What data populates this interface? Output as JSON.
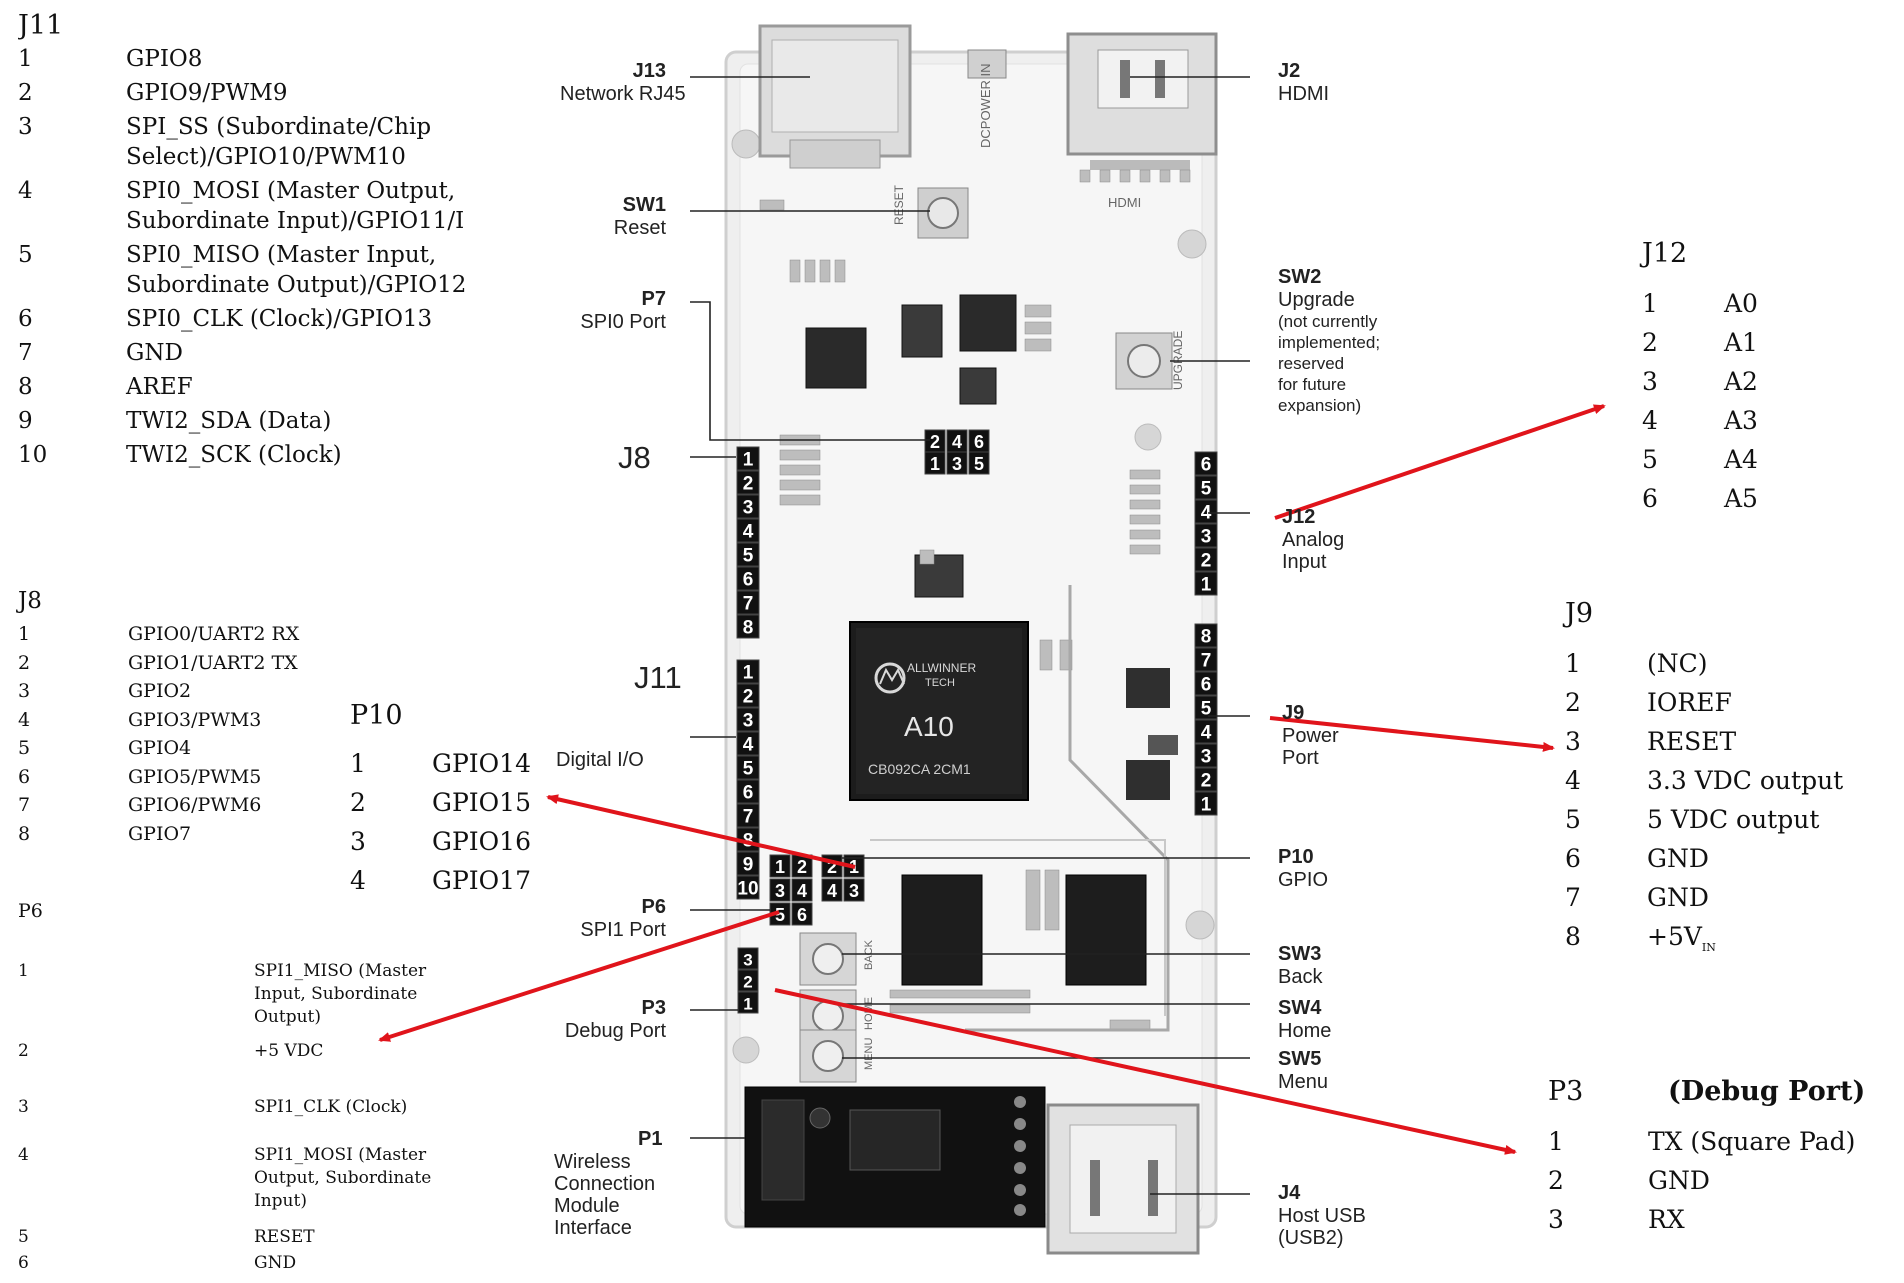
{
  "tables": {
    "j11": {
      "title": "J11",
      "rows": [
        {
          "n": "1",
          "lines": [
            "GPIO8"
          ]
        },
        {
          "n": "2",
          "lines": [
            "GPIO9/PWM9"
          ]
        },
        {
          "n": "3",
          "lines": [
            "SPI_SS (Subordinate/Chip",
            "Select)/GPIO10/PWM10"
          ]
        },
        {
          "n": "4",
          "lines": [
            "SPI0_MOSI (Master Output,",
            "Subordinate Input)/GPIO11/I"
          ]
        },
        {
          "n": "5",
          "lines": [
            "SPI0_MISO (Master Input,",
            "Subordinate Output)/GPIO12"
          ]
        },
        {
          "n": "6",
          "lines": [
            "SPI0_CLK (Clock)/GPIO13"
          ]
        },
        {
          "n": "7",
          "lines": [
            "GND"
          ]
        },
        {
          "n": "8",
          "lines": [
            "AREF"
          ]
        },
        {
          "n": "9",
          "lines": [
            "TWI2_SDA (Data)"
          ]
        },
        {
          "n": "10",
          "lines": [
            "TWI2_SCK (Clock)"
          ]
        }
      ]
    },
    "j8": {
      "title": "J8",
      "rows": [
        {
          "n": "1",
          "sig": "GPIO0/UART2 RX"
        },
        {
          "n": "2",
          "sig": "GPIO1/UART2 TX"
        },
        {
          "n": "3",
          "sig": "GPIO2"
        },
        {
          "n": "4",
          "sig": "GPIO3/PWM3"
        },
        {
          "n": "5",
          "sig": "GPIO4"
        },
        {
          "n": "6",
          "sig": "GPIO5/PWM5"
        },
        {
          "n": "7",
          "sig": "GPIO6/PWM6"
        },
        {
          "n": "8",
          "sig": "GPIO7"
        }
      ]
    },
    "p10": {
      "title": "P10",
      "rows": [
        {
          "n": "1",
          "sig": "GPIO14"
        },
        {
          "n": "2",
          "sig": "GPIO15"
        },
        {
          "n": "3",
          "sig": "GPIO16"
        },
        {
          "n": "4",
          "sig": "GPIO17"
        }
      ]
    },
    "p6": {
      "title": "P6",
      "rows": [
        {
          "n": "1",
          "lines": [
            "SPI1_MISO (Master",
            "Input, Subordinate",
            "Output)"
          ]
        },
        {
          "n": "2",
          "lines": [
            "+5 VDC"
          ]
        },
        {
          "n": "3",
          "lines": [
            "SPI1_CLK (Clock)"
          ]
        },
        {
          "n": "4",
          "lines": [
            "SPI1_MOSI (Master",
            "Output, Subordinate",
            "Input)"
          ]
        },
        {
          "n": "5",
          "lines": [
            "RESET"
          ]
        },
        {
          "n": "6",
          "lines": [
            "GND"
          ]
        }
      ]
    },
    "j12": {
      "title": "J12",
      "rows": [
        {
          "n": "1",
          "sig": "A0"
        },
        {
          "n": "2",
          "sig": "A1"
        },
        {
          "n": "3",
          "sig": "A2"
        },
        {
          "n": "4",
          "sig": "A3"
        },
        {
          "n": "5",
          "sig": "A4"
        },
        {
          "n": "6",
          "sig": "A5"
        }
      ]
    },
    "j9": {
      "title": "J9",
      "rows": [
        {
          "n": "1",
          "sig": "(NC)"
        },
        {
          "n": "2",
          "sig": "IOREF"
        },
        {
          "n": "3",
          "sig": "RESET"
        },
        {
          "n": "4",
          "sig": "3.3 VDC output"
        },
        {
          "n": "5",
          "sig": "5 VDC output"
        },
        {
          "n": "6",
          "sig": "GND"
        },
        {
          "n": "7",
          "sig": "GND"
        },
        {
          "n": "8",
          "sig": "+5V",
          "sub": "IN"
        }
      ]
    },
    "p3": {
      "title": "P3",
      "subtitle": "(Debug Port)",
      "rows": [
        {
          "n": "1",
          "sig": "TX (Square Pad)"
        },
        {
          "n": "2",
          "sig": "GND"
        },
        {
          "n": "3",
          "sig": "RX"
        }
      ]
    }
  },
  "board_labels": {
    "j13": {
      "name": "J13",
      "desc": [
        "Network RJ45"
      ]
    },
    "sw1": {
      "name": "SW1",
      "desc": [
        "Reset"
      ]
    },
    "p7": {
      "name": "P7",
      "desc": [
        "SPI0 Port"
      ]
    },
    "j8": {
      "name": "J8"
    },
    "j11": {
      "name": "J11"
    },
    "digital_io": {
      "desc": [
        "Digital I/O"
      ]
    },
    "p6": {
      "name": "P6",
      "desc": [
        "SPI1 Port"
      ]
    },
    "p3": {
      "name": "P3",
      "desc": [
        "Debug Port"
      ]
    },
    "p1": {
      "name": "P1",
      "desc": [
        "Wireless",
        "Connection",
        "Module",
        "Interface"
      ]
    },
    "j2": {
      "name": "J2",
      "desc": [
        "HDMI"
      ]
    },
    "sw2": {
      "name": "SW2",
      "desc": [
        "Upgrade",
        "(not currently",
        "implemented;",
        "reserved",
        "for future",
        "expansion)"
      ]
    },
    "j12": {
      "name": "J12",
      "desc": [
        "Analog",
        "Input"
      ]
    },
    "j9": {
      "name": "J9",
      "desc": [
        "Power",
        "Port"
      ]
    },
    "p10": {
      "name": "P10",
      "desc": [
        "GPIO"
      ]
    },
    "sw3": {
      "name": "SW3",
      "desc": [
        "Back"
      ]
    },
    "sw4": {
      "name": "SW4",
      "desc": [
        "Home"
      ]
    },
    "sw5": {
      "name": "SW5",
      "desc": [
        "Menu"
      ]
    },
    "j4": {
      "name": "J4",
      "desc": [
        "Host USB",
        "(USB2)"
      ]
    }
  },
  "board_silk": {
    "chip_brand": "ALLWINNER",
    "chip_brand2": "TECH",
    "chip_model": "A10",
    "chip_code": "CB092CA 2CM1",
    "dcpower": "DCPOWER IN",
    "hdmi_silk": "HDMI",
    "reset_silk": "RESET",
    "upgrade_silk": "UPGRADE",
    "back_silk": "BACK",
    "home_silk": "HOME",
    "menu_silk": "MENU"
  },
  "header_pins": {
    "j8": [
      "1",
      "2",
      "3",
      "4",
      "5",
      "6",
      "7",
      "8"
    ],
    "j11": [
      "1",
      "2",
      "3",
      "4",
      "5",
      "6",
      "7",
      "8",
      "9",
      "10"
    ],
    "j12": [
      "6",
      "5",
      "4",
      "3",
      "2",
      "1"
    ],
    "j9": [
      "8",
      "7",
      "6",
      "5",
      "4",
      "3",
      "2",
      "1"
    ],
    "p7_top": [
      "2",
      "4",
      "6"
    ],
    "p7_bottom": [
      "1",
      "3",
      "5"
    ],
    "p6_top": [
      "1",
      "2"
    ],
    "p6_bottom": [
      "3",
      "4"
    ],
    "p6_row2": [
      "5",
      "6"
    ],
    "p10_top": [
      "2",
      "1"
    ],
    "p10_bottom": [
      "4",
      "3"
    ],
    "p3": [
      "3",
      "2",
      "1"
    ]
  },
  "colors": {
    "arrow": "#e0141b",
    "board": "#eeeeee",
    "pin_block": "#111111",
    "chip": "#1c1c1c"
  }
}
